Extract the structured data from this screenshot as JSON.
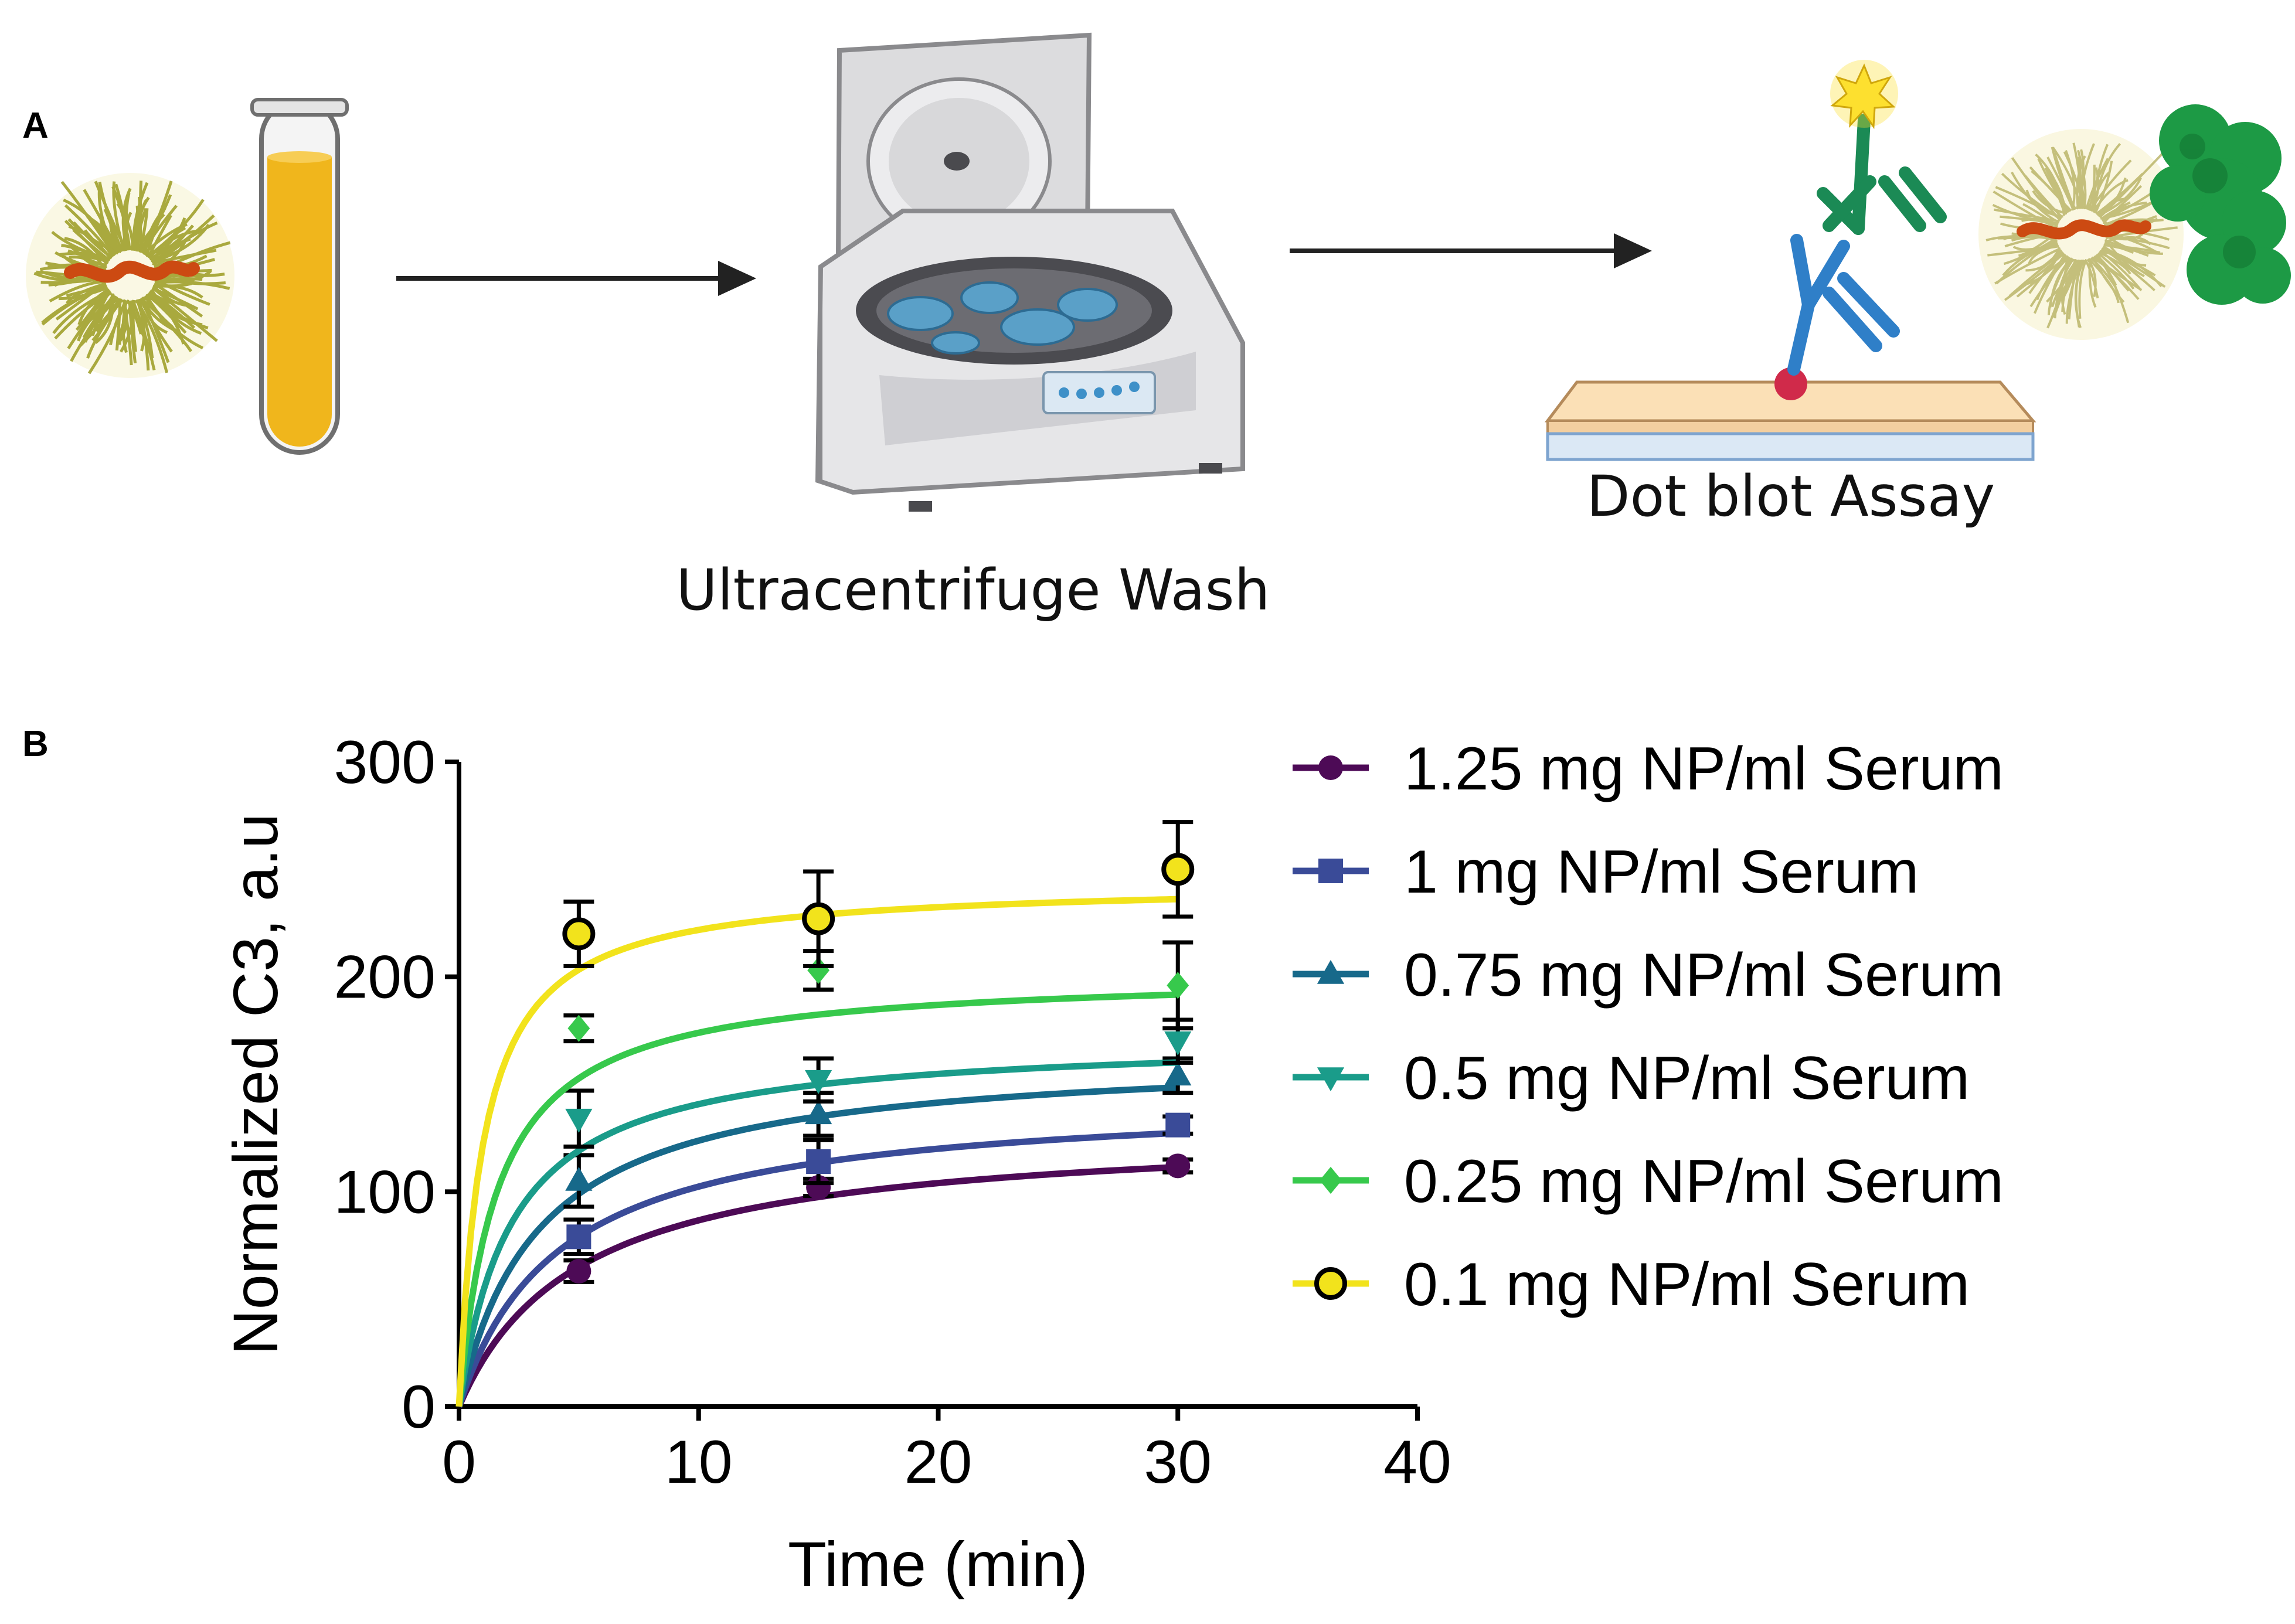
{
  "panel_a": {
    "label": "A",
    "step_wash_caption": "Ultracentrifuge Wash",
    "step_assay_caption": "Dot blot Assay",
    "colors": {
      "tube_serum": "#f0b61c",
      "nanoparticle": "#9c9c22",
      "payload": "#cc4a12",
      "antibody_primary": "#2f7fc8",
      "antibody_secondary": "#1b8a55",
      "protein": "#1d9a45",
      "dot": "#d02a4a",
      "membrane": "#fbe0b6",
      "glow": "#fde02f"
    }
  },
  "panel_b": {
    "label": "B"
  },
  "chart_data": {
    "type": "line",
    "xlabel": "Time (min)",
    "ylabel": "Normalized C3, a.u",
    "xlim": [
      0,
      40
    ],
    "ylim": [
      0,
      300
    ],
    "xticks": [
      0,
      10,
      20,
      30,
      40
    ],
    "yticks": [
      0,
      100,
      200,
      300
    ],
    "grid": false,
    "legend_position": "right",
    "x": [
      5,
      15,
      30
    ],
    "series": [
      {
        "name": "1.25 mg NP/ml Serum",
        "color": "#4d0a56",
        "marker": "circle",
        "values": [
          63,
          102,
          112
        ],
        "errors": [
          5,
          4,
          3
        ],
        "fit": {
          "ymax": 130,
          "k": 0.2
        }
      },
      {
        "name": "1 mg NP/ml Serum",
        "color": "#3a4b98",
        "marker": "square",
        "values": [
          79,
          114,
          131
        ],
        "errors": [
          8,
          10,
          4
        ],
        "fit": {
          "ymax": 145,
          "k": 0.24
        }
      },
      {
        "name": "0.75 mg NP/ml Serum",
        "color": "#17698a",
        "marker": "triangle-up",
        "values": [
          105,
          136,
          154
        ],
        "errors": [
          12,
          10,
          8
        ],
        "fit": {
          "ymax": 165,
          "k": 0.3
        }
      },
      {
        "name": "0.5 mg NP/ml Serum",
        "color": "#1a9c8a",
        "marker": "triangle-down",
        "values": [
          134,
          152,
          170
        ],
        "errors": [
          13,
          10,
          10
        ],
        "fit": {
          "ymax": 172,
          "k": 0.45
        }
      },
      {
        "name": "0.25 mg NP/ml Serum",
        "color": "#37c94c",
        "marker": "diamond",
        "values": [
          176,
          203,
          196
        ],
        "errors": [
          6,
          9,
          20
        ],
        "fit": {
          "ymax": 202,
          "k": 0.62
        }
      },
      {
        "name": "0.1 mg NP/ml Serum",
        "color": "#f2e31c",
        "marker": "circle-open",
        "values": [
          220,
          227,
          250
        ],
        "errors": [
          15,
          22,
          22
        ],
        "fit": {
          "ymax": 244,
          "k": 1.0
        }
      }
    ]
  }
}
